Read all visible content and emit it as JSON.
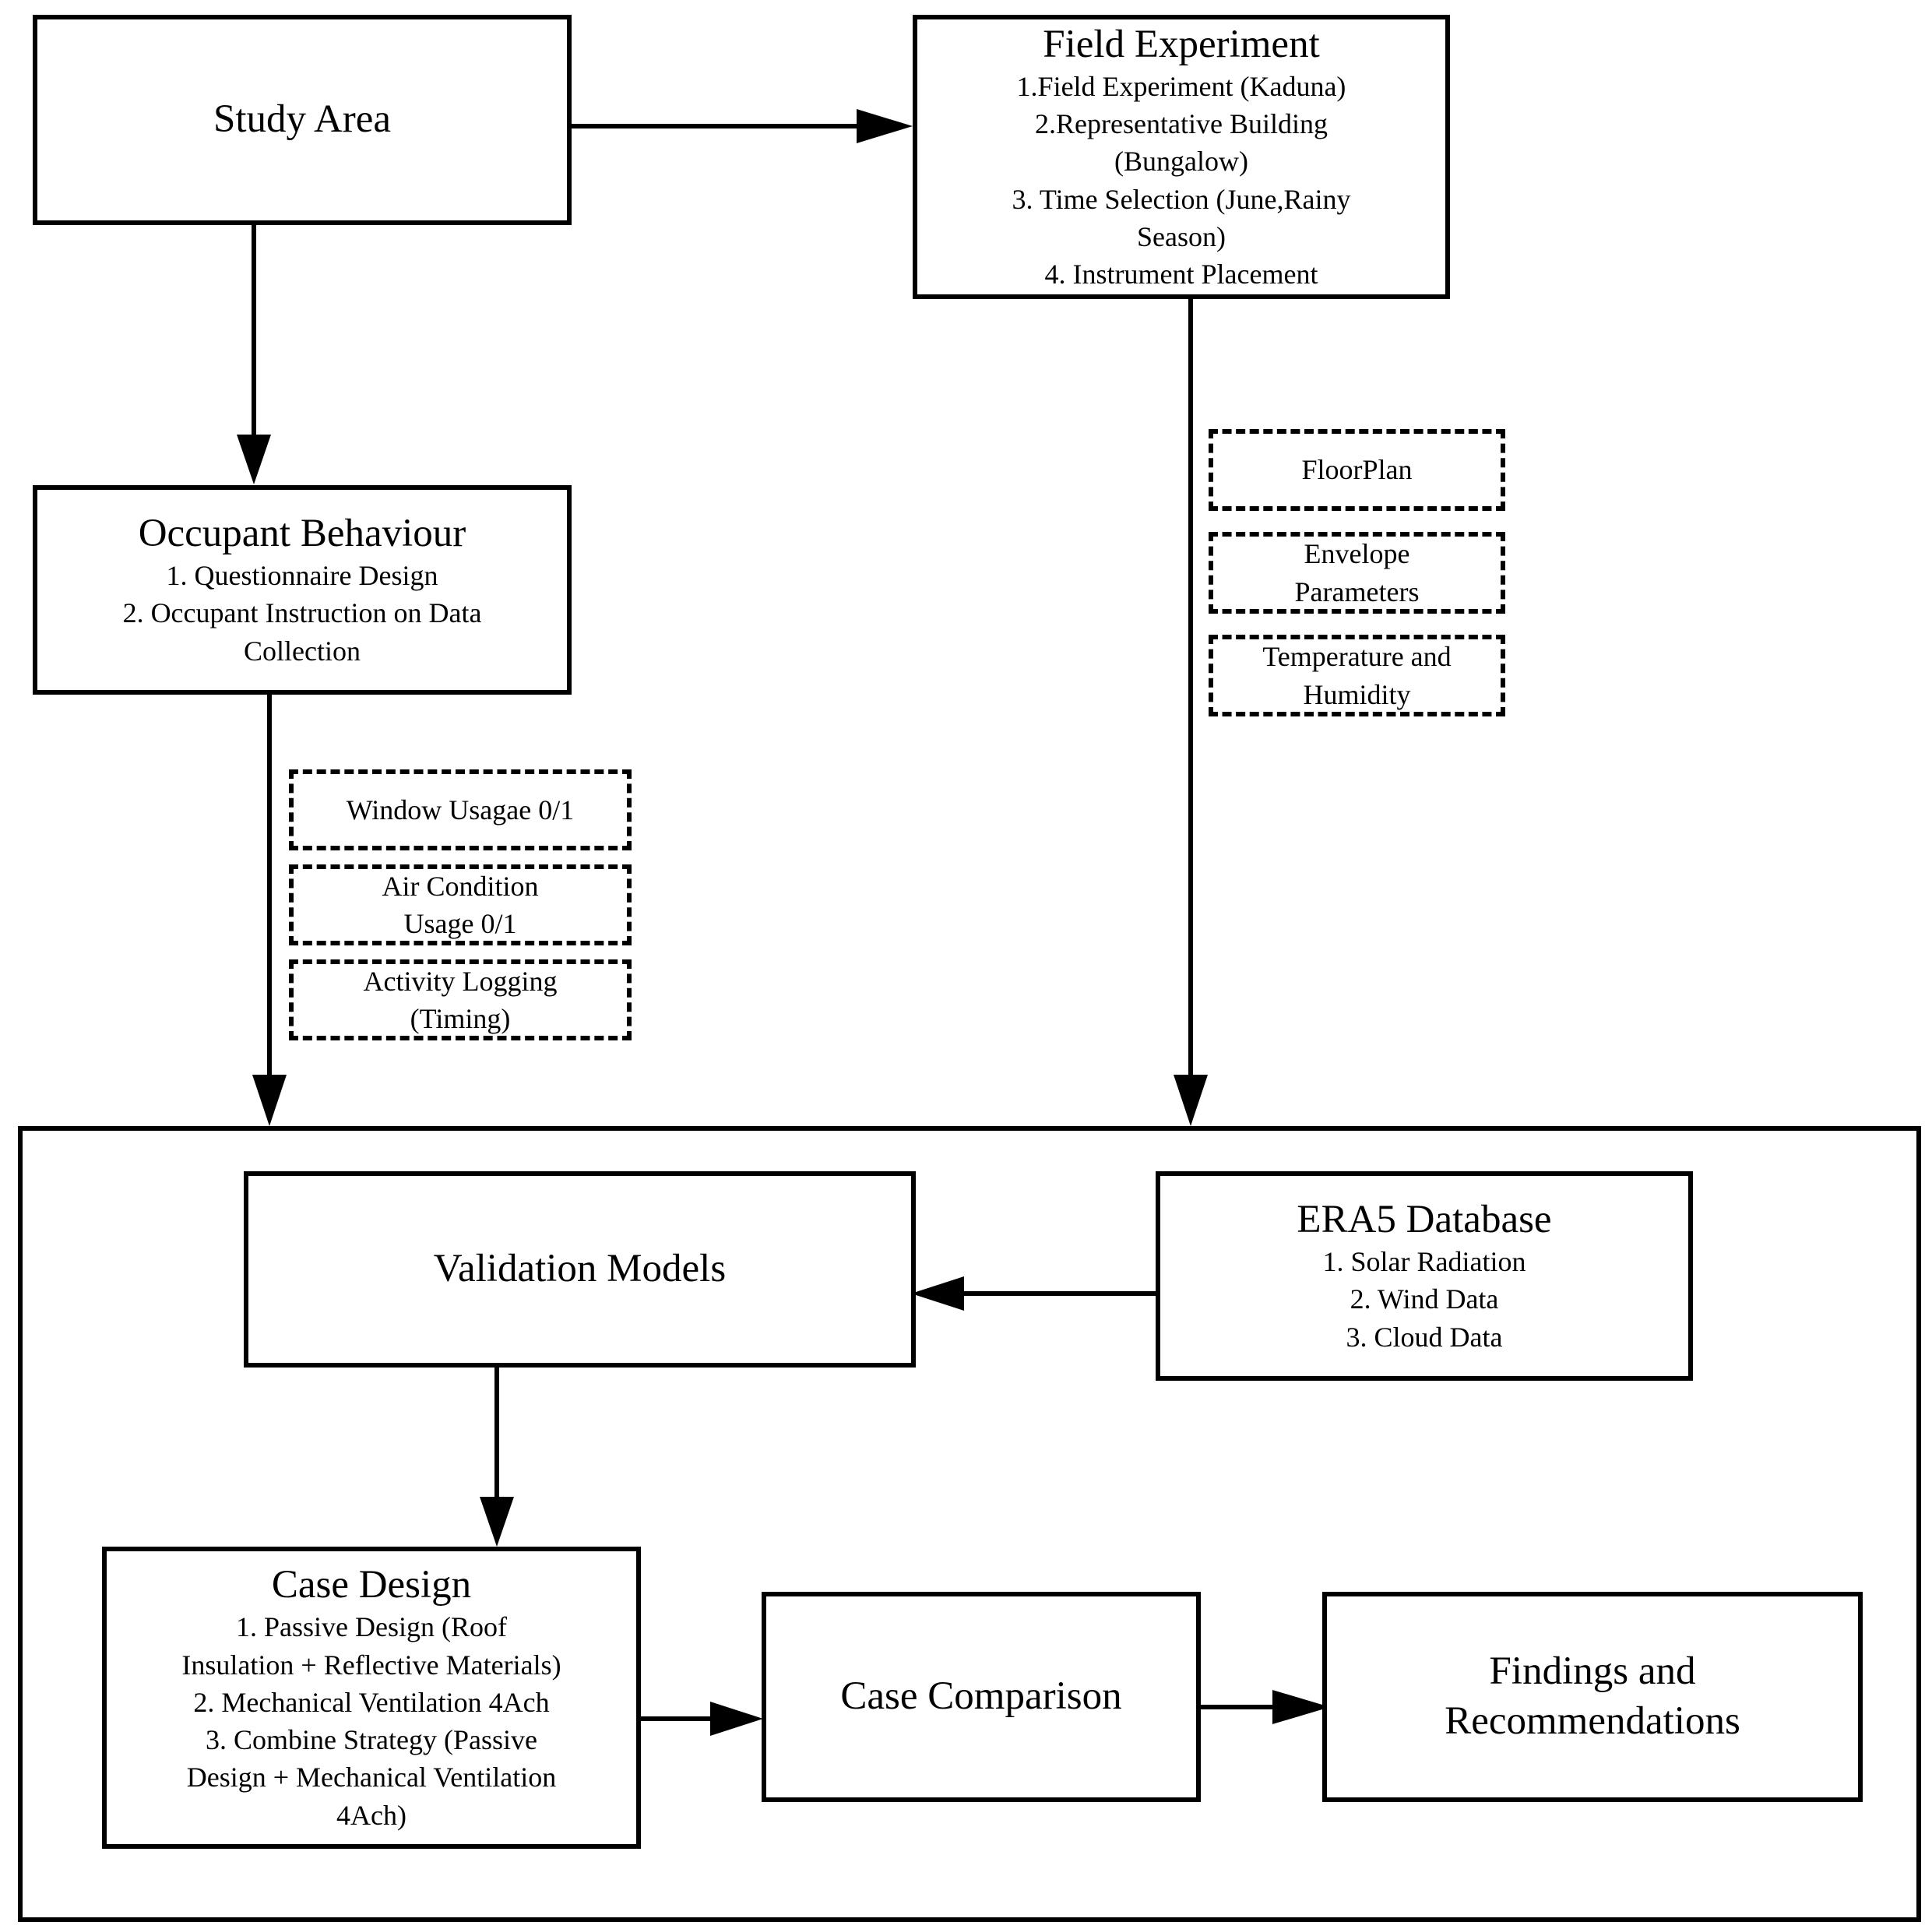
{
  "study_area": {
    "title": "Study Area"
  },
  "field_experiment": {
    "title": "Field Experiment",
    "items": [
      "1.Field Experiment (Kaduna)",
      "2.Representative Building",
      "(Bungalow)",
      "3. Time Selection (June,Rainy",
      "Season)",
      "4. Instrument Placement"
    ]
  },
  "occupant_behaviour": {
    "title": "Occupant Behaviour",
    "items": [
      "1. Questionnaire Design",
      "2. Occupant Instruction on Data",
      "Collection"
    ]
  },
  "field_outputs": {
    "floor_plan": "FloorPlan",
    "envelope": [
      "Envelope",
      "Parameters"
    ],
    "temperature": [
      "Temperature and",
      "Humidity"
    ]
  },
  "occupant_outputs": {
    "window": "Window Usagae 0/1",
    "air_condition": [
      "Air Condition",
      "Usage 0/1"
    ],
    "activity": [
      "Activity Logging",
      "(Timing)"
    ]
  },
  "validation_models": {
    "title": "Validation Models"
  },
  "era5": {
    "title": "ERA5 Database",
    "items": [
      "1. Solar Radiation",
      "2. Wind Data",
      "3. Cloud Data"
    ]
  },
  "case_design": {
    "title": "Case Design",
    "items": [
      "1. Passive Design (Roof",
      "Insulation + Reflective Materials)",
      "2. Mechanical Ventilation 4Ach",
      "3. Combine Strategy (Passive",
      "Design + Mechanical Ventilation",
      "4Ach)"
    ]
  },
  "case_comparison": {
    "title": "Case Comparison"
  },
  "findings": {
    "title": [
      "Findings and",
      "Recommendations"
    ]
  }
}
